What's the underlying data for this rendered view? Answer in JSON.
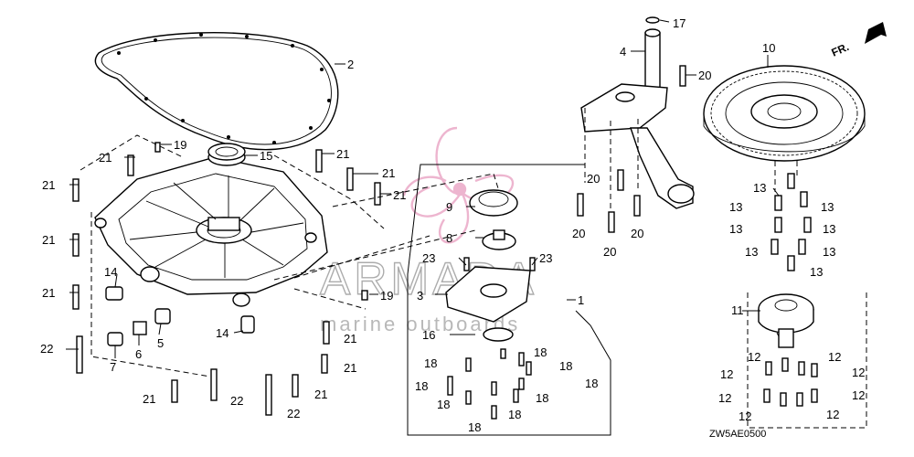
{
  "diagram_code": "ZW5AE0500",
  "direction_label": "FR.",
  "watermark": {
    "brand": "ARMADA",
    "tagline": "marine outboards"
  },
  "callouts": [
    {
      "id": "c-2",
      "text": "2"
    },
    {
      "id": "c-17",
      "text": "17"
    },
    {
      "id": "c-4",
      "text": "4"
    },
    {
      "id": "c-20a",
      "text": "20"
    },
    {
      "id": "c-10",
      "text": "10"
    },
    {
      "id": "c-19a",
      "text": "19"
    },
    {
      "id": "c-15",
      "text": "15"
    },
    {
      "id": "c-21a",
      "text": "21"
    },
    {
      "id": "c-21b",
      "text": "21"
    },
    {
      "id": "c-21c",
      "text": "21"
    },
    {
      "id": "c-21d",
      "text": "21"
    },
    {
      "id": "c-21e",
      "text": "21"
    },
    {
      "id": "c-21f",
      "text": "21"
    },
    {
      "id": "c-21g",
      "text": "21"
    },
    {
      "id": "c-9",
      "text": "9"
    },
    {
      "id": "c-8",
      "text": "8"
    },
    {
      "id": "c-23a",
      "text": "23"
    },
    {
      "id": "c-23b",
      "text": "23"
    },
    {
      "id": "c-20b",
      "text": "20"
    },
    {
      "id": "c-20c",
      "text": "20"
    },
    {
      "id": "c-20d",
      "text": "20"
    },
    {
      "id": "c-20e",
      "text": "20"
    },
    {
      "id": "c-13a",
      "text": "13"
    },
    {
      "id": "c-13b",
      "text": "13"
    },
    {
      "id": "c-13c",
      "text": "13"
    },
    {
      "id": "c-13d",
      "text": "13"
    },
    {
      "id": "c-13e",
      "text": "13"
    },
    {
      "id": "c-13f",
      "text": "13"
    },
    {
      "id": "c-13g",
      "text": "13"
    },
    {
      "id": "c-13h",
      "text": "13"
    },
    {
      "id": "c-14a",
      "text": "14"
    },
    {
      "id": "c-14b",
      "text": "14"
    },
    {
      "id": "c-19b",
      "text": "19"
    },
    {
      "id": "c-3",
      "text": "3"
    },
    {
      "id": "c-1",
      "text": "1"
    },
    {
      "id": "c-11",
      "text": "11"
    },
    {
      "id": "c-16",
      "text": "16"
    },
    {
      "id": "c-6",
      "text": "6"
    },
    {
      "id": "c-5",
      "text": "5"
    },
    {
      "id": "c-7",
      "text": "7"
    },
    {
      "id": "c-22a",
      "text": "22"
    },
    {
      "id": "c-22b",
      "text": "22"
    },
    {
      "id": "c-22c",
      "text": "22"
    },
    {
      "id": "c-21h",
      "text": "21"
    },
    {
      "id": "c-21i",
      "text": "21"
    },
    {
      "id": "c-21j",
      "text": "21"
    },
    {
      "id": "c-21k",
      "text": "21"
    },
    {
      "id": "c-18a",
      "text": "18"
    },
    {
      "id": "c-18b",
      "text": "18"
    },
    {
      "id": "c-18c",
      "text": "18"
    },
    {
      "id": "c-18d",
      "text": "18"
    },
    {
      "id": "c-18e",
      "text": "18"
    },
    {
      "id": "c-18f",
      "text": "18"
    },
    {
      "id": "c-18g",
      "text": "18"
    },
    {
      "id": "c-18h",
      "text": "18"
    },
    {
      "id": "c-18i",
      "text": "18"
    },
    {
      "id": "c-12a",
      "text": "12"
    },
    {
      "id": "c-12b",
      "text": "12"
    },
    {
      "id": "c-12c",
      "text": "12"
    },
    {
      "id": "c-12d",
      "text": "12"
    },
    {
      "id": "c-12e",
      "text": "12"
    },
    {
      "id": "c-12f",
      "text": "12"
    },
    {
      "id": "c-12g",
      "text": "12"
    },
    {
      "id": "c-12h",
      "text": "12"
    }
  ]
}
